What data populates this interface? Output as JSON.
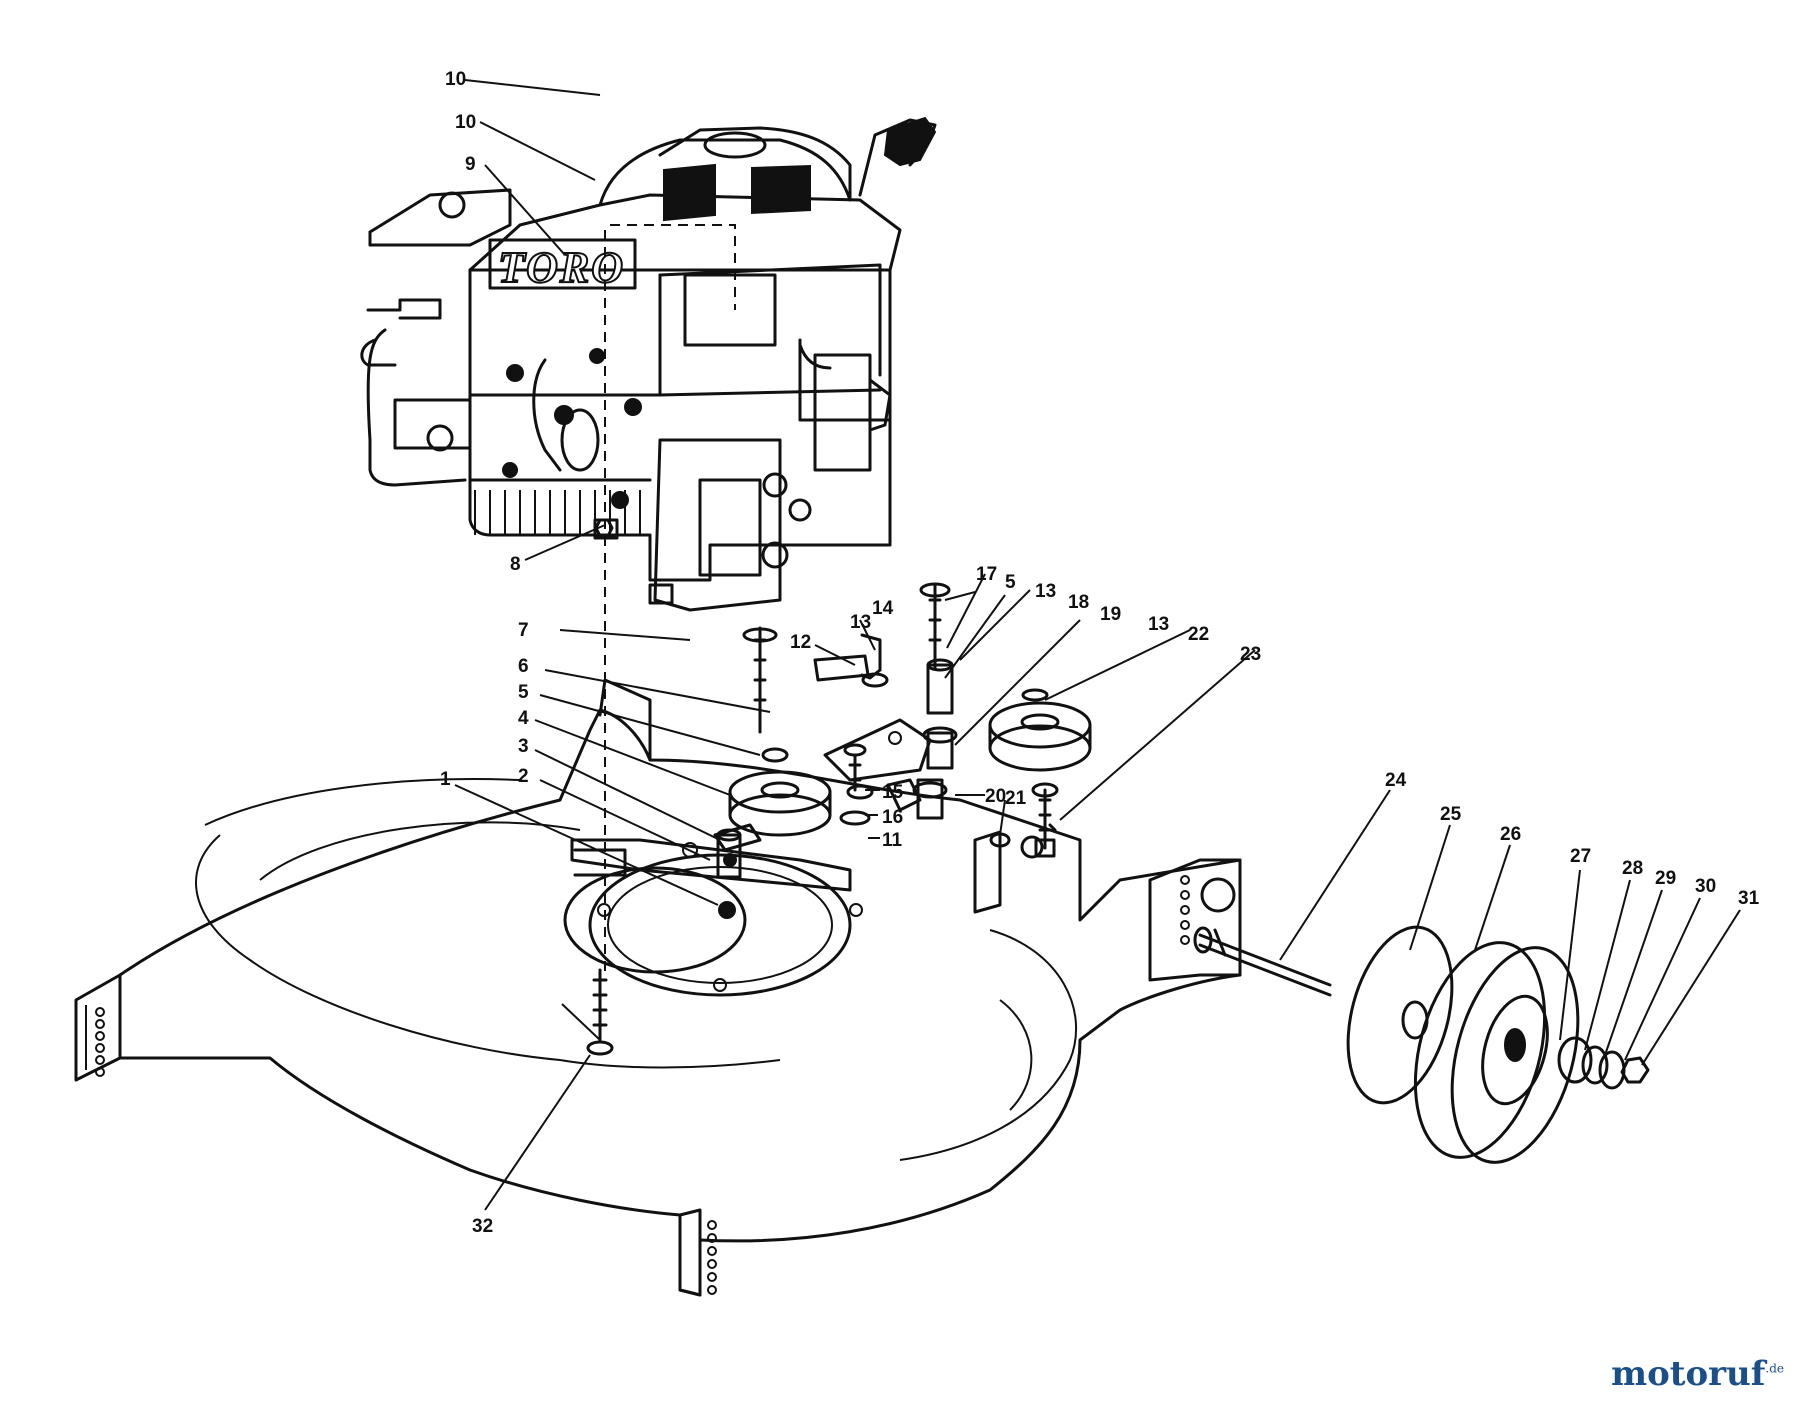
{
  "diagram": {
    "engine_brand_label": "TORO",
    "watermark": {
      "main": "motoruf",
      "suffix": ".de"
    },
    "part_numbers": [
      "1",
      "2",
      "3",
      "4",
      "5",
      "5",
      "6",
      "7",
      "8",
      "9",
      "10",
      "10",
      "11",
      "12",
      "13",
      "13",
      "13",
      "14",
      "15",
      "16",
      "17",
      "18",
      "19",
      "20",
      "21",
      "22",
      "23",
      "24",
      "25",
      "26",
      "27",
      "28",
      "29",
      "30",
      "31",
      "32"
    ]
  }
}
